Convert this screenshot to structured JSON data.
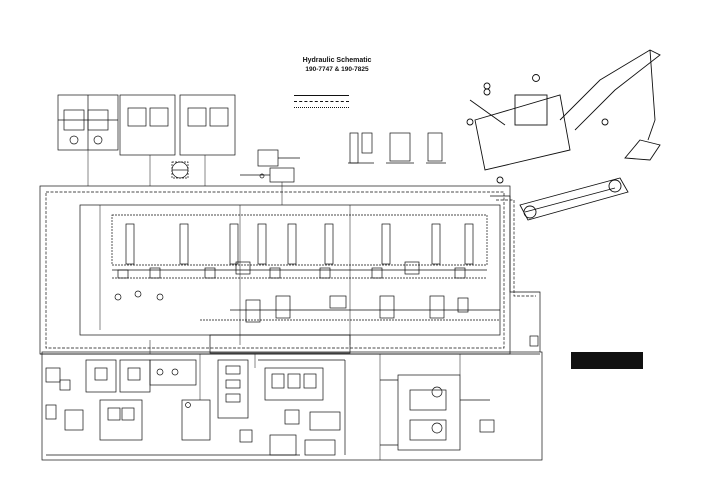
{
  "header": {
    "title": "Hydraulic Schematic",
    "models": "190-7747  &  190-7825",
    "note": ""
  },
  "legend": {
    "items": [
      {
        "style": "solid",
        "label": ""
      },
      {
        "style": "dash",
        "label": ""
      },
      {
        "style": "dot",
        "label": ""
      }
    ]
  },
  "key_table": {
    "title": "",
    "rows": [
      {
        "num": "",
        "desc": ""
      },
      {
        "num": "",
        "desc": ""
      },
      {
        "num": "",
        "desc": ""
      },
      {
        "num": "",
        "desc": ""
      },
      {
        "num": "",
        "desc": ""
      },
      {
        "num": "",
        "desc": ""
      },
      {
        "num": "",
        "desc": ""
      },
      {
        "num": "",
        "desc": ""
      },
      {
        "num": "",
        "desc": ""
      },
      {
        "num": "",
        "desc": ""
      },
      {
        "num": "",
        "desc": ""
      },
      {
        "num": "",
        "desc": ""
      },
      {
        "num": "",
        "desc": ""
      },
      {
        "num": "",
        "desc": ""
      },
      {
        "num": "",
        "desc": ""
      }
    ]
  },
  "sheet_id": "",
  "colors": {
    "line": "#111111",
    "background": "#ffffff"
  }
}
